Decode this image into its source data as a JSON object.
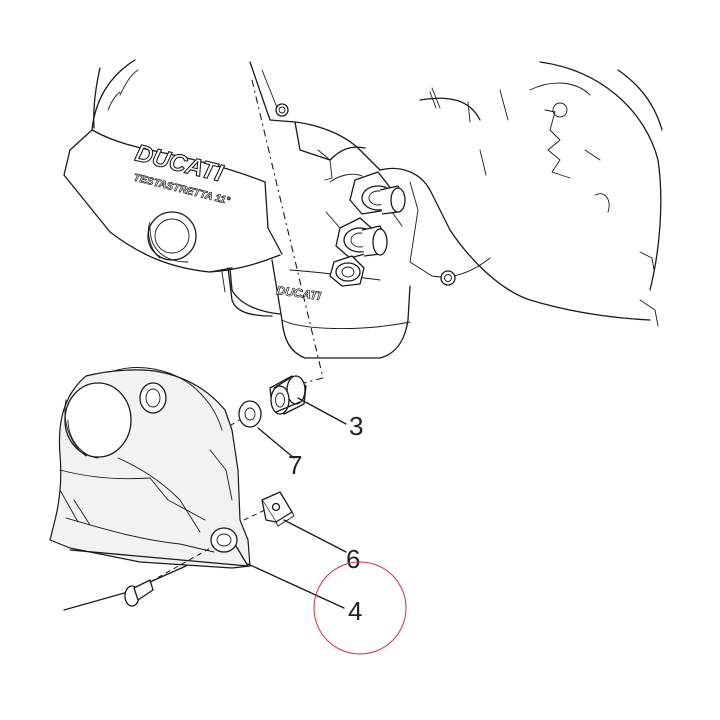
{
  "brand": {
    "logo_main": "DUCATI",
    "logo_sub": "TESTASTRETTA 11°",
    "logo_lower": "DUCATI"
  },
  "callouts": [
    {
      "id": "3",
      "label": "3"
    },
    {
      "id": "7",
      "label": "7"
    },
    {
      "id": "6",
      "label": "6"
    },
    {
      "id": "4",
      "label": "4"
    }
  ],
  "colors": {
    "line": "#1a1a1a",
    "highlight_circle": "#c8324a",
    "text": "#222222"
  }
}
